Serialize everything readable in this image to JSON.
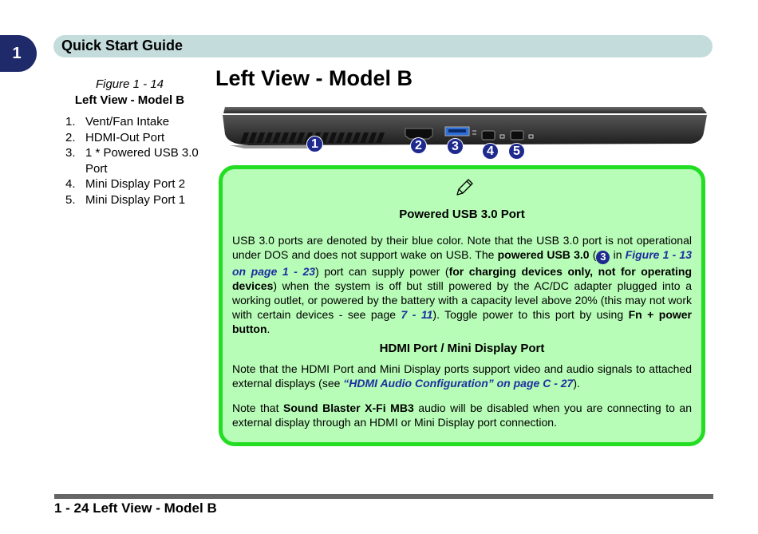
{
  "chapter": {
    "number": "1"
  },
  "header": {
    "title": "Quick Start Guide"
  },
  "figure": {
    "number": "Figure 1 - 14",
    "title": "Left View - Model B",
    "items": [
      {
        "num": "1.",
        "label": "Vent/Fan Intake"
      },
      {
        "num": "2.",
        "label": "HDMI-Out Port"
      },
      {
        "num": "3.",
        "label": "1 * Powered USB 3.0 Port"
      },
      {
        "num": "4.",
        "label": "Mini Display Port 2"
      },
      {
        "num": "5.",
        "label": "Mini Display Port 1"
      }
    ],
    "callouts": [
      "1",
      "2",
      "3",
      "4",
      "5"
    ]
  },
  "page_title": "Left View - Model B",
  "note": {
    "heading1": "Powered USB 3.0 Port",
    "p1": {
      "t1": "USB 3.0 ports are denoted by their blue color. Note that the USB 3.0 port is not operational under DOS and does not support wake on USB. The ",
      "b1": "powered USB 3.0",
      "t2": " (",
      "badge": "3",
      "t3": " in ",
      "link1": "Figure 1 - 13 on page 1 - 23",
      "t4": ") port can supply power (",
      "b2": "for charging devices only, not for operating devices",
      "t5": ") when the system is off but still powered by the AC/DC adapter plugged into a working outlet, or powered by the battery with a capacity level above 20% (this may not work with certain devices - see page ",
      "link2": "7 - 11",
      "t6": "). Toggle power to this port by using ",
      "b3": "Fn + power button",
      "t7": "."
    },
    "heading2": "HDMI Port / Mini Display Port",
    "p2": {
      "t1": "Note that the HDMI Port and Mini Display ports support video and audio signals to attached external displays (see ",
      "link": "“HDMI Audio Configuration” on page C - 27",
      "t2": ")."
    },
    "p3": {
      "t1": "Note that ",
      "b1": "Sound Blaster X-Fi MB3",
      "t2": " audio will be disabled when you are connecting to an external display through an HDMI or Mini Display port connection."
    }
  },
  "footer": {
    "text": "1 - 24 Left View - Model B"
  }
}
